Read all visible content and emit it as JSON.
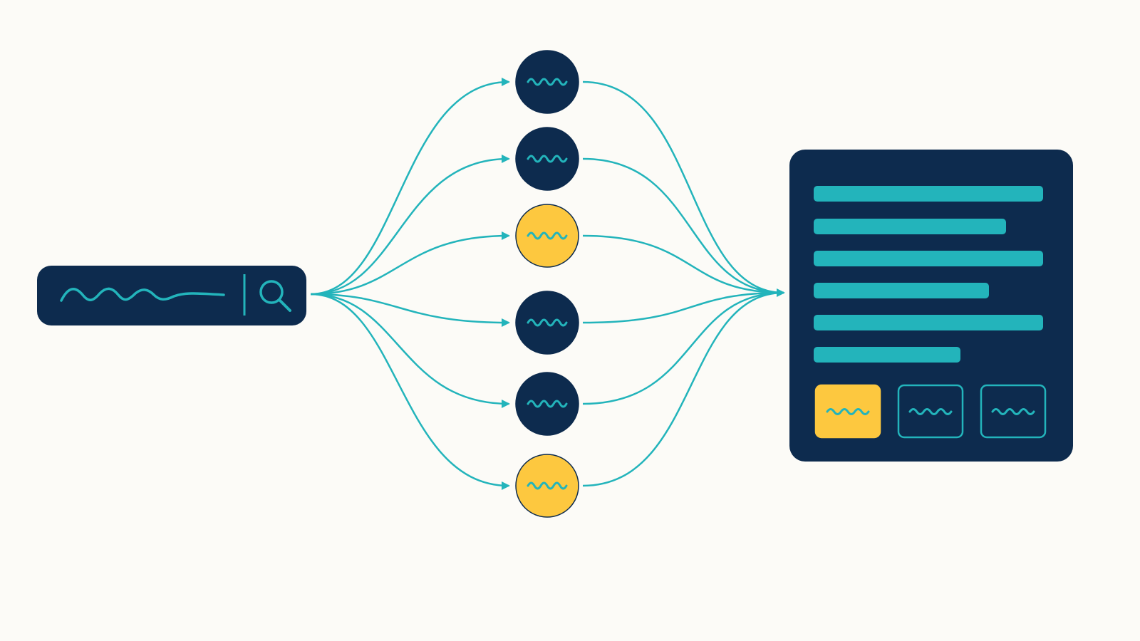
{
  "colors": {
    "background": "#fcfbf7",
    "navy": "#0d2b4e",
    "teal": "#23b4bb",
    "yellow": "#fdc83f"
  },
  "search_bar": {
    "icon": "search-icon",
    "caret": "text-cursor"
  },
  "nodes": [
    {
      "id": "node-1",
      "color": "navy",
      "icon": "squiggle-icon"
    },
    {
      "id": "node-2",
      "color": "navy",
      "icon": "squiggle-icon"
    },
    {
      "id": "node-3",
      "color": "yellow",
      "icon": "squiggle-icon"
    },
    {
      "id": "node-4",
      "color": "navy",
      "icon": "squiggle-icon"
    },
    {
      "id": "node-5",
      "color": "navy",
      "icon": "squiggle-icon"
    },
    {
      "id": "node-6",
      "color": "yellow",
      "icon": "squiggle-icon"
    }
  ],
  "result_panel": {
    "text_lines": 6,
    "cards": [
      {
        "id": "card-1",
        "style": "filled-yellow",
        "icon": "squiggle-icon"
      },
      {
        "id": "card-2",
        "style": "outline-teal",
        "icon": "squiggle-icon"
      },
      {
        "id": "card-3",
        "style": "outline-teal",
        "icon": "squiggle-icon"
      }
    ]
  }
}
